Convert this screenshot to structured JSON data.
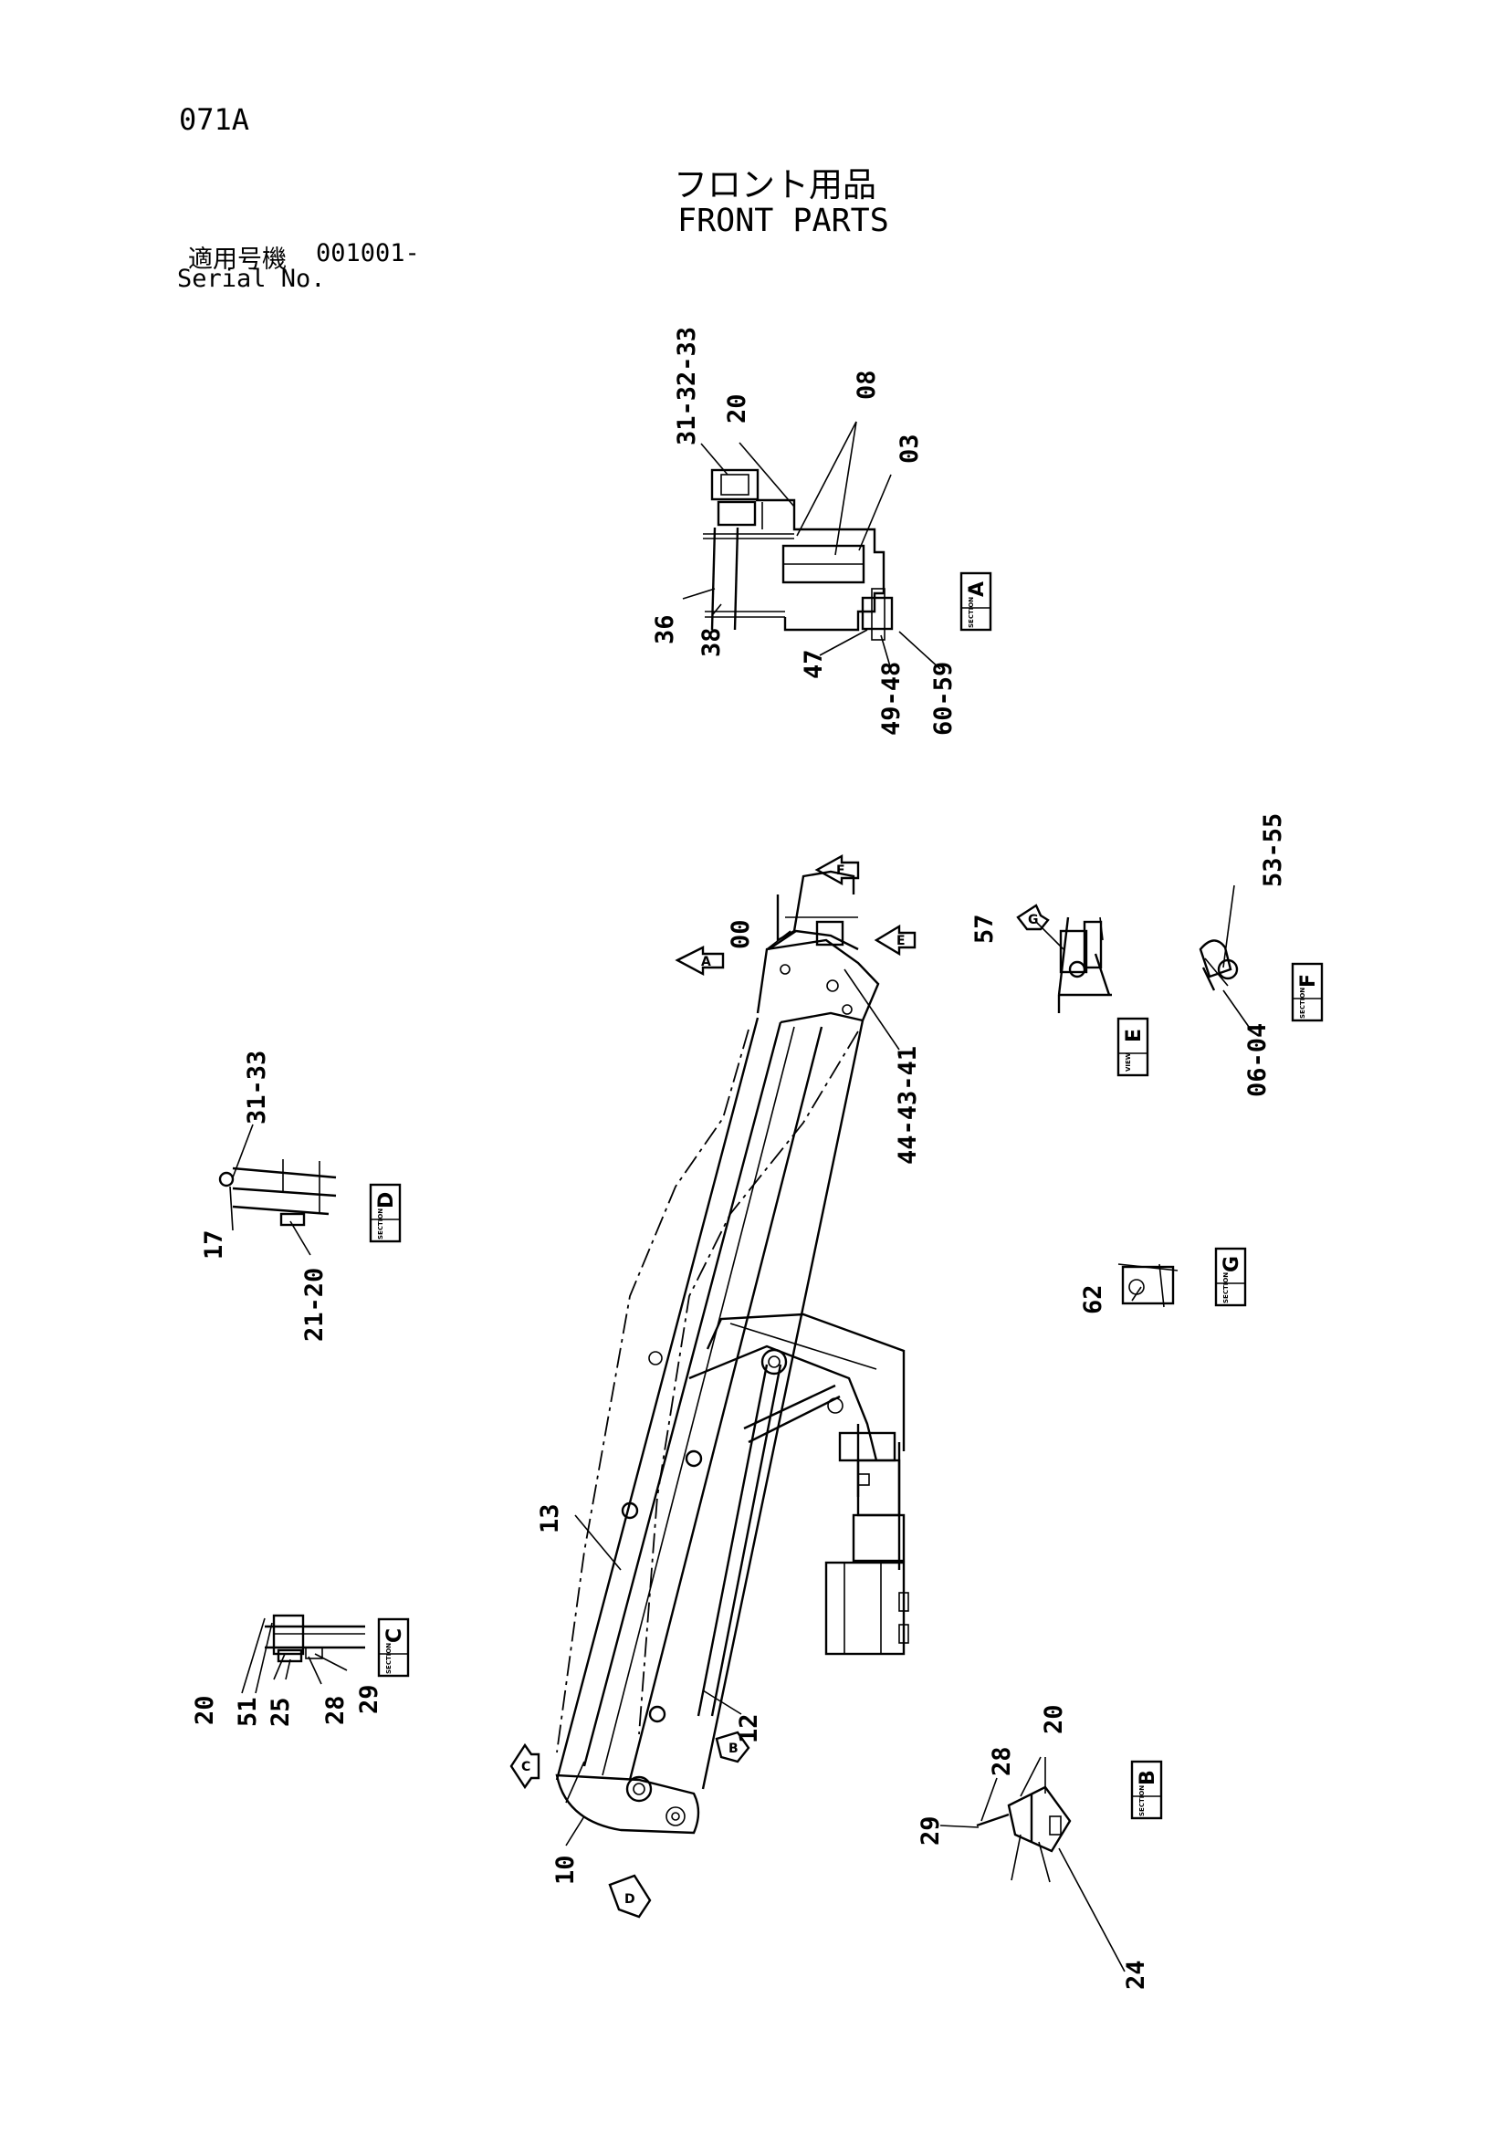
{
  "header": {
    "page_code": "071A",
    "title_jp": "フロント用品",
    "title_en": "FRONT PARTS",
    "serial_label_jp": "適用号機",
    "serial_value": "001001-",
    "serial_label_en": "Serial No."
  },
  "callouts": {
    "c_31_32_33": "31-32-33",
    "c_20_a": "20",
    "c_08": "08",
    "c_03": "03",
    "c_36": "36",
    "c_38": "38",
    "c_47": "47",
    "c_49_48": "49-48",
    "c_60_59": "60-59",
    "c_00": "00",
    "c_44_43_41": "44-43-41",
    "c_57": "57",
    "c_53_55": "53-55",
    "c_06_04": "06-04",
    "c_31_33": "31-33",
    "c_17": "17",
    "c_21_20": "21-20",
    "c_62": "62",
    "c_13": "13",
    "c_12": "12",
    "c_10": "10",
    "c_20_c": "20",
    "c_51": "51",
    "c_25": "25",
    "c_28_c": "28",
    "c_29_c": "29",
    "c_28_b": "28",
    "c_20_b": "20",
    "c_29_b": "29",
    "c_24": "24"
  },
  "section_boxes": {
    "A": {
      "letter": "A",
      "label": "SECTION"
    },
    "B": {
      "letter": "B",
      "label": "SECTION"
    },
    "C": {
      "letter": "C",
      "label": "SECTION"
    },
    "D": {
      "letter": "D",
      "label": "SECTION"
    },
    "E": {
      "letter": "E",
      "label": "VIEW"
    },
    "F": {
      "letter": "F",
      "label": "SECTION"
    },
    "G": {
      "letter": "G",
      "label": "SECTION"
    }
  },
  "view_arrows": {
    "A": "A",
    "B": "B",
    "C": "C",
    "D": "D",
    "E": "E",
    "F": "F",
    "G": "G"
  }
}
